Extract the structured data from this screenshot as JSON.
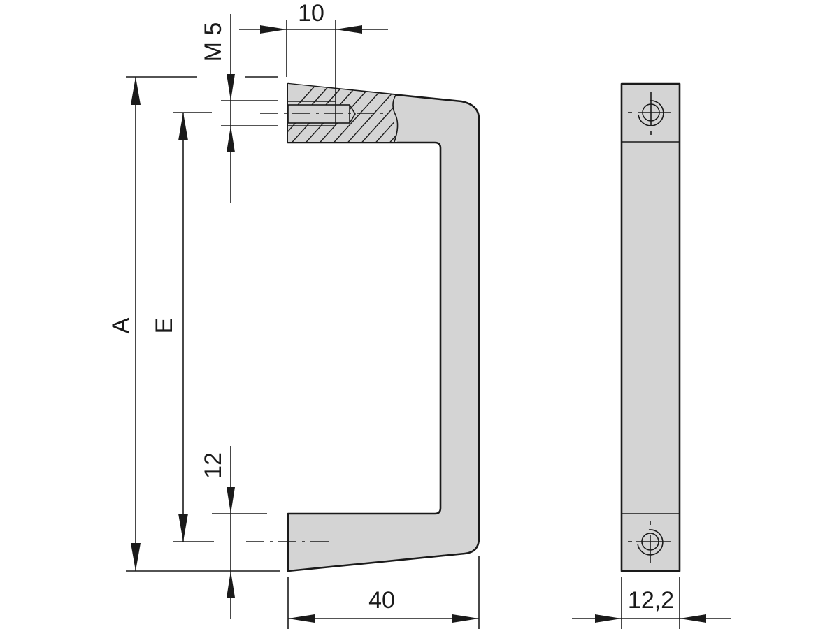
{
  "drawing": {
    "title": "Handle dimension drawing",
    "colors": {
      "part_fill": "#d4d4d4",
      "line": "#1a1a1a",
      "background": "#ffffff"
    },
    "labels": {
      "thread": "M 5",
      "thread_depth": "10",
      "overall_length": "A",
      "hole_spacing": "E",
      "end_offset": "12",
      "depth": "40",
      "width": "12,2"
    },
    "views": [
      {
        "name": "side-view-section",
        "description": "U-shaped handle side view with partial section showing M5 tapped hole"
      },
      {
        "name": "front-view",
        "description": "Handle front view with two mounting hole centers"
      }
    ]
  }
}
